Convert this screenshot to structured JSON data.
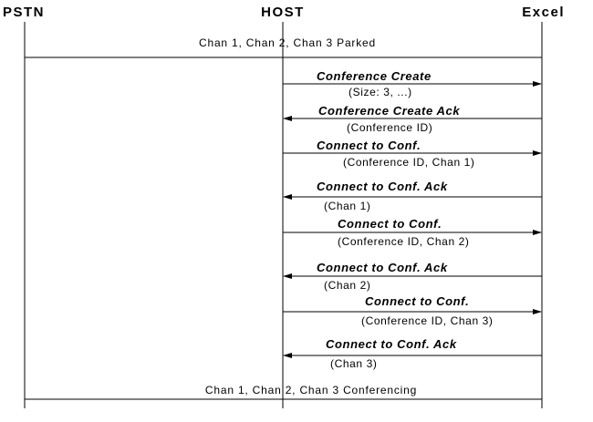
{
  "parties": [
    {
      "id": "pstn",
      "label": "PSTN"
    },
    {
      "id": "host",
      "label": "HOST"
    },
    {
      "id": "excel",
      "label": "Excel"
    }
  ],
  "spans": [
    {
      "label": "Chan 1, Chan 2, Chan 3 Parked"
    },
    {
      "label": "Chan 1, Chan 2, Chan 3 Conferencing"
    }
  ],
  "messages": [
    {
      "label": "Conference Create",
      "params": "(Size: 3, ...)",
      "from": "host",
      "to": "excel"
    },
    {
      "label": "Conference Create Ack",
      "params": "(Conference ID)",
      "from": "excel",
      "to": "host"
    },
    {
      "label": "Connect to Conf.",
      "params": "(Conference ID, Chan 1)",
      "from": "host",
      "to": "excel"
    },
    {
      "label": "Connect to Conf. Ack",
      "params": "(Chan 1)",
      "from": "excel",
      "to": "host"
    },
    {
      "label": "Connect to Conf.",
      "params": "(Conference ID, Chan 2)",
      "from": "host",
      "to": "excel"
    },
    {
      "label": "Connect to Conf. Ack",
      "params": "(Chan 2)",
      "from": "excel",
      "to": "host"
    },
    {
      "label": "Connect to Conf.",
      "params": "(Conference ID, Chan 3)",
      "from": "host",
      "to": "excel"
    },
    {
      "label": "Connect to Conf. Ack",
      "params": "(Chan 3)",
      "from": "excel",
      "to": "host"
    }
  ]
}
